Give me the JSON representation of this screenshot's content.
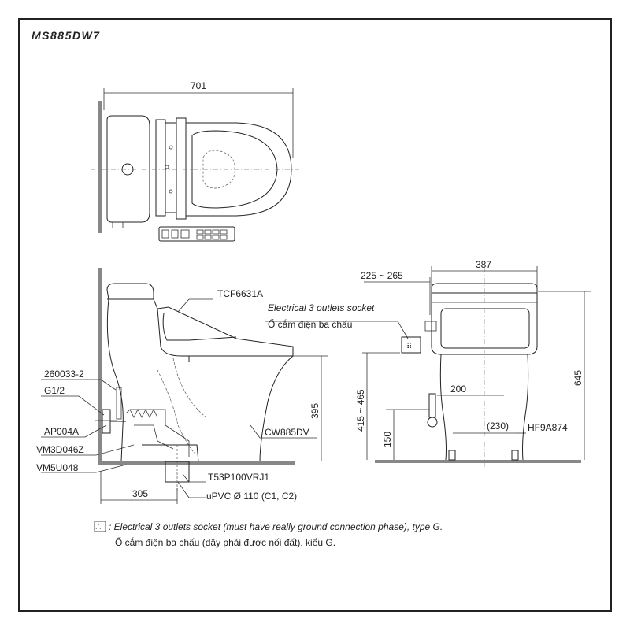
{
  "model": "MS885DW7",
  "top_view": {
    "width_label": "701"
  },
  "side_view": {
    "seat_code": "TCF6631A",
    "socket_label_en": "Electrical 3 outlets socket",
    "socket_label_vi": "Ổ cắm điện ba chấu",
    "labels": {
      "part_260033": "260033-2",
      "g12": "G1/2",
      "ap004a": "AP004A",
      "vm3d": "VM3D046Z",
      "vm5u": "VM5U048",
      "bowl_code": "CW885DV",
      "t53": "T53P100VRJ1",
      "upvc": "uPVC Ø 110 (C1, C2)"
    },
    "dims": {
      "height": "395",
      "rough_in": "305"
    }
  },
  "front_view": {
    "dims": {
      "width": "387",
      "offset": "225 ~ 265",
      "height_range": "415 ~ 465",
      "total_height": "645",
      "d200": "200",
      "d230": "(230)",
      "d150": "150"
    },
    "hf_code": "HF9A874"
  },
  "footnote": {
    "symbol": "∴",
    "line1": ": Electrical 3 outlets socket (must have really ground connection phase), type G.",
    "line2": "Ổ cắm điện ba chấu (dây phải được nối đất), kiểu G."
  }
}
